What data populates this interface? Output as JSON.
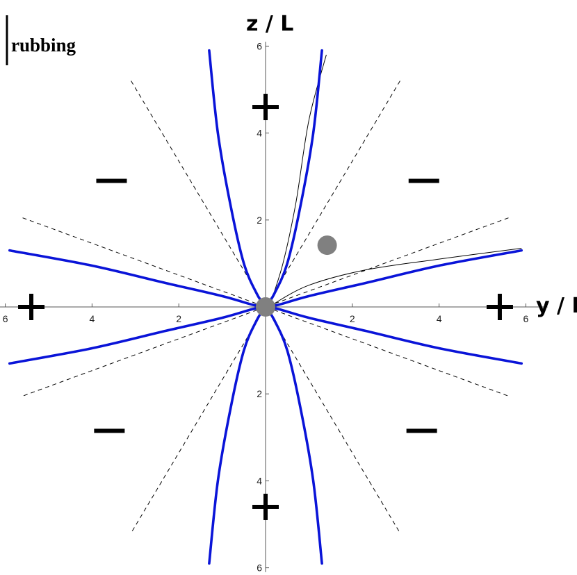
{
  "corner_label": "rubbing",
  "chart_data": {
    "type": "line",
    "title": "",
    "xlabel": "y / L",
    "ylabel": "z / L",
    "xlim": [
      -6.5,
      6.5
    ],
    "ylim": [
      -6.1,
      6.1
    ],
    "x_ticks": [
      {
        "value": -6,
        "label": "6"
      },
      {
        "value": -4,
        "label": "4"
      },
      {
        "value": -2,
        "label": "2"
      },
      {
        "value": 2,
        "label": "2"
      },
      {
        "value": 4,
        "label": "4"
      },
      {
        "value": 6,
        "label": "6"
      }
    ],
    "y_ticks": [
      {
        "value": 6,
        "label": "6"
      },
      {
        "value": 4,
        "label": "4"
      },
      {
        "value": 2,
        "label": "2"
      },
      {
        "value": -2,
        "label": "2"
      },
      {
        "value": -4,
        "label": "4"
      },
      {
        "value": -6,
        "label": "6"
      }
    ],
    "colors": {
      "curves": "#0a14d8",
      "dashed": "#000000",
      "thin": "#000000",
      "markers": "#808080",
      "signs": "#000000"
    },
    "blue_curves": [
      {
        "points": [
          [
            -1.3,
            5.9
          ],
          [
            -1.1,
            4.0
          ],
          [
            -0.8,
            2.3
          ],
          [
            -0.5,
            1.0
          ],
          [
            -0.2,
            0.3
          ],
          [
            0,
            0
          ]
        ]
      },
      {
        "points": [
          [
            1.3,
            5.9
          ],
          [
            1.1,
            4.0
          ],
          [
            0.8,
            2.3
          ],
          [
            0.5,
            1.0
          ],
          [
            0.2,
            0.3
          ],
          [
            0,
            0
          ]
        ]
      },
      {
        "points": [
          [
            -1.3,
            -5.9
          ],
          [
            -1.1,
            -4.0
          ],
          [
            -0.8,
            -2.3
          ],
          [
            -0.5,
            -1.0
          ],
          [
            -0.2,
            -0.3
          ],
          [
            0,
            0
          ]
        ]
      },
      {
        "points": [
          [
            1.3,
            -5.9
          ],
          [
            1.1,
            -4.0
          ],
          [
            0.8,
            -2.3
          ],
          [
            0.5,
            -1.0
          ],
          [
            0.2,
            -0.3
          ],
          [
            0,
            0
          ]
        ]
      },
      {
        "points": [
          [
            -5.9,
            1.3
          ],
          [
            -4.0,
            0.95
          ],
          [
            -2.3,
            0.55
          ],
          [
            -1.0,
            0.25
          ],
          [
            -0.3,
            0.05
          ],
          [
            0,
            0
          ]
        ]
      },
      {
        "points": [
          [
            5.9,
            1.3
          ],
          [
            4.0,
            0.95
          ],
          [
            2.3,
            0.55
          ],
          [
            1.0,
            0.25
          ],
          [
            0.3,
            0.05
          ],
          [
            0,
            0
          ]
        ]
      },
      {
        "points": [
          [
            -5.9,
            -1.3
          ],
          [
            -4.0,
            -0.95
          ],
          [
            -2.3,
            -0.55
          ],
          [
            -1.0,
            -0.25
          ],
          [
            -0.3,
            -0.05
          ],
          [
            0,
            0
          ]
        ]
      },
      {
        "points": [
          [
            5.9,
            -1.3
          ],
          [
            4.0,
            -0.95
          ],
          [
            2.3,
            -0.55
          ],
          [
            1.0,
            -0.25
          ],
          [
            0.3,
            -0.05
          ],
          [
            0,
            0
          ]
        ]
      }
    ],
    "dashed_lines": [
      {
        "from": [
          -3.1,
          5.2
        ],
        "to": [
          3.1,
          -5.2
        ]
      },
      {
        "from": [
          3.1,
          5.2
        ],
        "to": [
          -3.1,
          -5.2
        ]
      },
      {
        "from": [
          -5.6,
          2.05
        ],
        "to": [
          5.6,
          -2.05
        ]
      },
      {
        "from": [
          5.6,
          2.05
        ],
        "to": [
          -5.6,
          -2.05
        ]
      }
    ],
    "thin_curves": [
      {
        "points": [
          [
            0.1,
            0.05
          ],
          [
            0.4,
            1.0
          ],
          [
            0.7,
            2.4
          ],
          [
            1.0,
            4.3
          ],
          [
            1.4,
            5.8
          ]
        ]
      },
      {
        "points": [
          [
            0.15,
            0.05
          ],
          [
            1.0,
            0.5
          ],
          [
            2.3,
            0.85
          ],
          [
            4.0,
            1.1
          ],
          [
            5.9,
            1.35
          ]
        ]
      }
    ],
    "markers": [
      {
        "y": 0,
        "z": 0
      },
      {
        "y": 1.42,
        "z": 1.42
      }
    ],
    "signs": [
      {
        "text": "+",
        "y": 0,
        "z": 4.6
      },
      {
        "text": "+",
        "y": 0,
        "z": -4.6
      },
      {
        "text": "+",
        "y": -5.4,
        "z": 0
      },
      {
        "text": "+",
        "y": 5.4,
        "z": 0
      },
      {
        "text": "−",
        "y": -3.55,
        "z": 2.9
      },
      {
        "text": "−",
        "y": 3.65,
        "z": 2.9
      },
      {
        "text": "−",
        "y": -3.6,
        "z": -2.85
      },
      {
        "text": "−",
        "y": 3.6,
        "z": -2.85
      }
    ]
  }
}
